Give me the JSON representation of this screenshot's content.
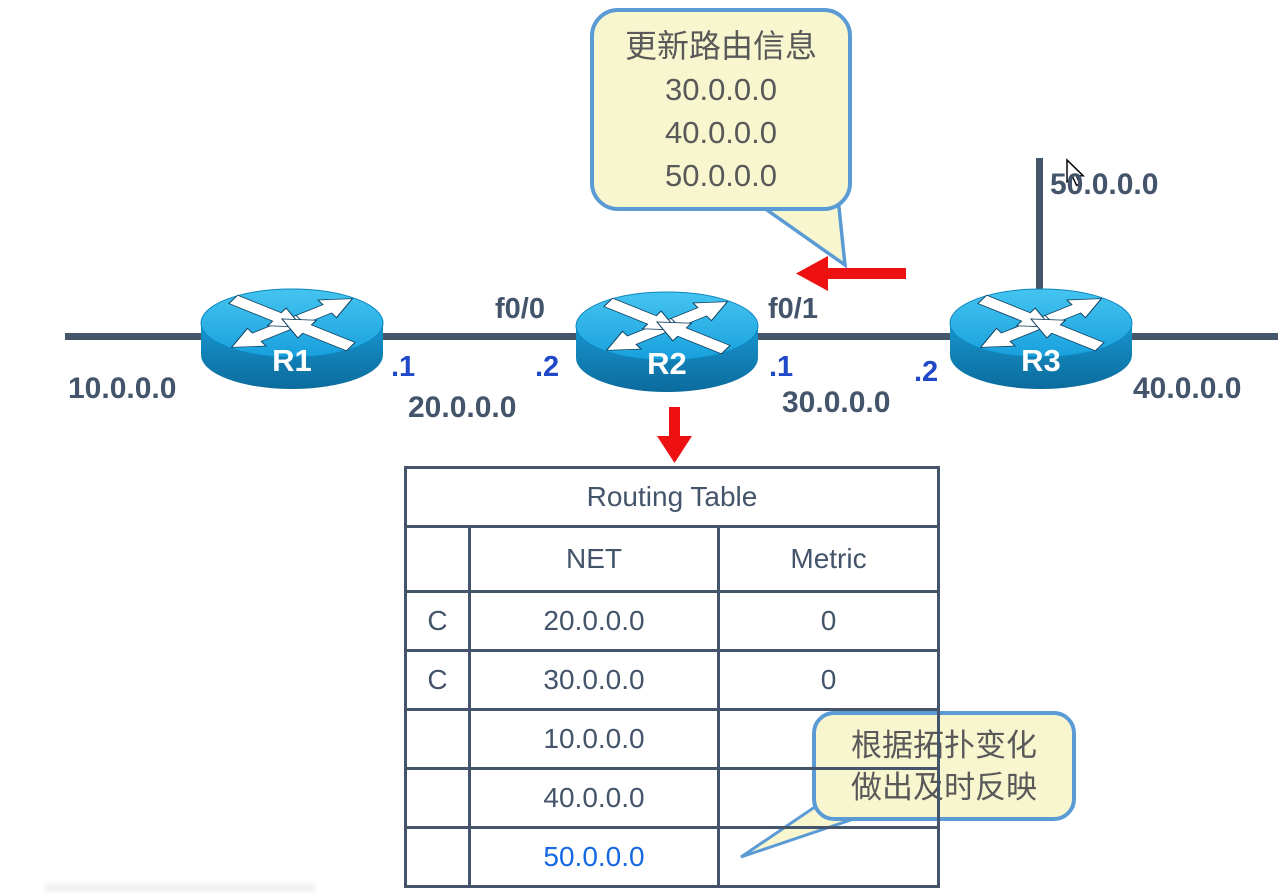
{
  "colors": {
    "line": "#46566a",
    "label": "#44546a",
    "interface-blue": "#1f49c8",
    "highlight-blue": "#1668e3",
    "red": "#ee1111",
    "callout-bg": "#f7f6cf",
    "callout-border": "#5b9bd5",
    "callout-text": "#595959",
    "table-border": "#44546a"
  },
  "routers": [
    {
      "label": "R1"
    },
    {
      "label": "R2"
    },
    {
      "label": "R3"
    }
  ],
  "networks": {
    "n10": "10.0.0.0",
    "n20": "20.0.0.0",
    "n30": "30.0.0.0",
    "n40": "40.0.0.0",
    "n50": "50.0.0.0"
  },
  "interfaces": {
    "f00": "f0/0",
    "f01": "f0/1",
    "r1_right": ".1",
    "r2_left": ".2",
    "r2_right": ".1",
    "r3_left": ".2"
  },
  "callouts": {
    "update": {
      "title": "更新路由信息",
      "items": [
        "30.0.0.0",
        "40.0.0.0",
        "50.0.0.0"
      ]
    },
    "topology": {
      "line1": "根据拓扑变化",
      "line2": "做出及时反映"
    }
  },
  "routing_table": {
    "title": "Routing Table",
    "col_net": "NET",
    "col_metric": "Metric",
    "rows": [
      {
        "type": "C",
        "net": "20.0.0.0",
        "metric": "0"
      },
      {
        "type": "C",
        "net": "30.0.0.0",
        "metric": "0"
      },
      {
        "type": "",
        "net": "10.0.0.0",
        "metric": ""
      },
      {
        "type": "",
        "net": "40.0.0.0",
        "metric": ""
      },
      {
        "type": "",
        "net": "50.0.0.0",
        "metric": ""
      }
    ]
  }
}
